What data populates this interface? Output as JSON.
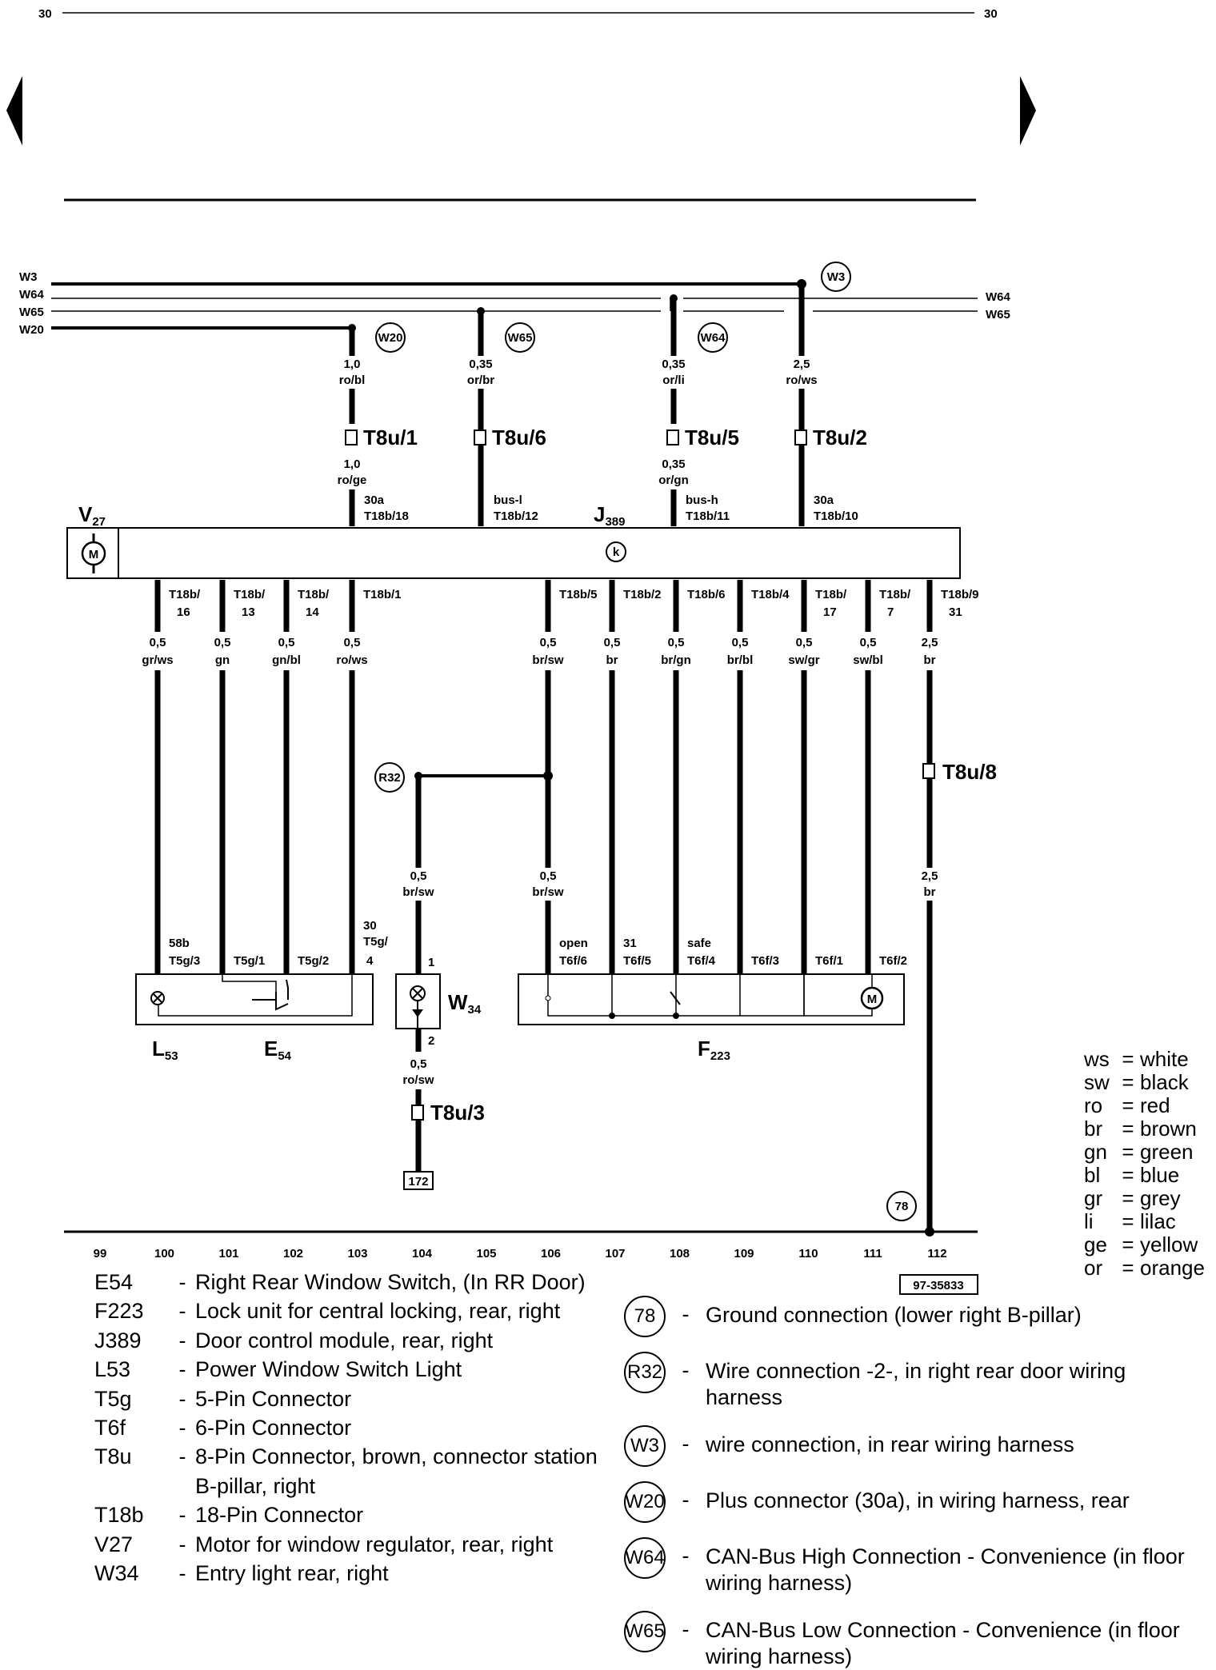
{
  "page": {
    "number_left": "30",
    "number_right": "30",
    "ref_code": "97-35833"
  },
  "buses": {
    "left": [
      "W3",
      "W64",
      "W65",
      "W20"
    ],
    "right": [
      "W64",
      "W65"
    ]
  },
  "connections_top": [
    {
      "id": "W20",
      "size": "1,0",
      "color": "ro/bl",
      "plug": "T8u/1",
      "size2": "1,0",
      "color2": "ro/ge",
      "pin_fn": "30a",
      "pin": "T18b/18"
    },
    {
      "id": "W65",
      "size": "0,35",
      "color": "or/br",
      "plug": "T8u/6",
      "pin_fn": "bus-l",
      "pin": "T18b/12"
    },
    {
      "id": "W64",
      "size": "0,35",
      "color": "or/li",
      "plug": "T8u/5",
      "size2": "0,35",
      "color2": "or/gn",
      "pin_fn": "bus-h",
      "pin": "T18b/11"
    },
    {
      "id": "W3",
      "size": "2,5",
      "color": "ro/ws",
      "plug": "T8u/2",
      "pin_fn": "30a",
      "pin": "T18b/10"
    }
  ],
  "module": {
    "left_name": "V",
    "left_sub": "27",
    "name": "J",
    "name_sub": "389",
    "motor_symbol": "M",
    "center_symbol": "k"
  },
  "bottom_wires": [
    {
      "pin_a": "T18b/",
      "pin_b": "16",
      "size": "0,5",
      "color": "gr/ws",
      "fn": "58b",
      "end": "T5g/3"
    },
    {
      "pin_a": "T18b/",
      "pin_b": "13",
      "size": "0,5",
      "color": "gn",
      "end": "T5g/1"
    },
    {
      "pin_a": "T18b/",
      "pin_b": "14",
      "size": "0,5",
      "color": "gn/bl",
      "end": "T5g/2"
    },
    {
      "pin_a": "T18b/1",
      "size": "0,5",
      "color": "ro/ws",
      "fn": "30",
      "end": "T5g/",
      "end_b": "4"
    },
    {
      "pin_a": "T18b/5",
      "size": "0,5",
      "color": "br/sw",
      "size2": "0,5",
      "color2": "br/sw",
      "fn": "open",
      "end": "T6f/6"
    },
    {
      "pin_a": "T18b/2",
      "size": "0,5",
      "color": "br",
      "fn": "31",
      "end": "T6f/5"
    },
    {
      "pin_a": "T18b/6",
      "size": "0,5",
      "color": "br/gn",
      "fn": "safe",
      "end": "T6f/4"
    },
    {
      "pin_a": "T18b/4",
      "size": "0,5",
      "color": "br/bl",
      "end": "T6f/3"
    },
    {
      "pin_a": "T18b/",
      "pin_b": "17",
      "size": "0,5",
      "color": "sw/gr",
      "end": "T6f/1"
    },
    {
      "pin_a": "T18b/",
      "pin_b": "7",
      "size": "0,5",
      "color": "sw/bl",
      "end": "T6f/2"
    },
    {
      "pin_a": "T18b/9",
      "pin_b": "31",
      "size": "2,5",
      "color": "br",
      "plug": "T8u/8",
      "size2": "2,5",
      "color2": "br"
    }
  ],
  "w34": {
    "branch": "R32",
    "size": "0,5",
    "color": "br/sw",
    "pin1": "1",
    "pin2": "2",
    "name": "W",
    "sub": "34",
    "size2": "0,5",
    "color2": "ro/sw",
    "plug": "T8u/3",
    "ref": "172"
  },
  "components_bottom": [
    {
      "name": "L",
      "sub": "53"
    },
    {
      "name": "E",
      "sub": "54"
    },
    {
      "name": "F",
      "sub": "223"
    }
  ],
  "ground": "78",
  "track_numbers": [
    "99",
    "100",
    "101",
    "102",
    "103",
    "104",
    "105",
    "106",
    "107",
    "108",
    "109",
    "110",
    "111",
    "112"
  ],
  "color_key": [
    [
      "ws",
      "white"
    ],
    [
      "sw",
      "black"
    ],
    [
      "ro",
      "red"
    ],
    [
      "br",
      "brown"
    ],
    [
      "gn",
      "green"
    ],
    [
      "bl",
      "blue"
    ],
    [
      "gr",
      "grey"
    ],
    [
      "li",
      "lilac"
    ],
    [
      "ge",
      "yellow"
    ],
    [
      "or",
      "orange"
    ]
  ],
  "devices": [
    [
      "E54",
      "Right Rear Window Switch, (In RR Door)"
    ],
    [
      "F223",
      "Lock unit for central locking, rear, right"
    ],
    [
      "J389",
      "Door control module, rear, right"
    ],
    [
      "L53",
      "Power Window Switch Light"
    ],
    [
      "T5g",
      "5-Pin Connector"
    ],
    [
      "T6f",
      "6-Pin Connector"
    ],
    [
      "T8u",
      "8-Pin Connector, brown, connector station B-pillar, right"
    ],
    [
      "T18b",
      "18-Pin Connector"
    ],
    [
      "V27",
      "Motor for window regulator, rear, right"
    ],
    [
      "W34",
      "Entry light rear, right"
    ]
  ],
  "circuit_legend": [
    [
      "78",
      "Ground connection (lower right B-pillar)"
    ],
    [
      "R32",
      "Wire connection -2-, in right rear door wiring harness"
    ],
    [
      "W3",
      "wire connection, in rear wiring harness"
    ],
    [
      "W20",
      "Plus connector (30a), in wiring harness, rear"
    ],
    [
      "W64",
      "CAN-Bus High Connection - Convenience (in floor wiring harness)"
    ],
    [
      "W65",
      "CAN-Bus Low Connection - Convenience (in floor wiring harness)"
    ]
  ]
}
